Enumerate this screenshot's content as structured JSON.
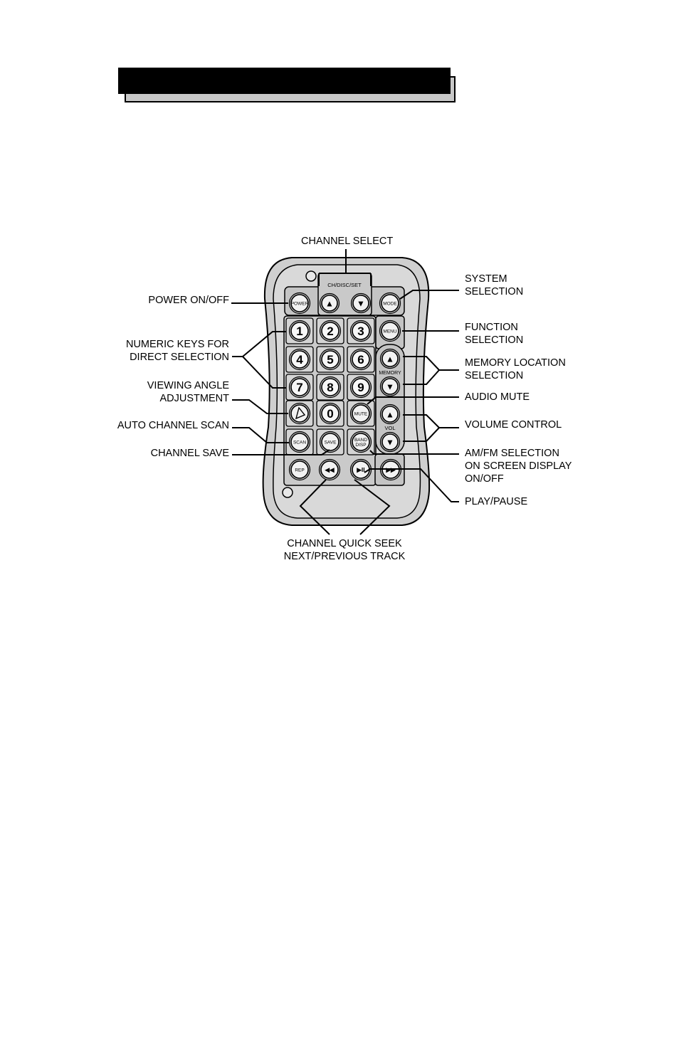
{
  "callouts": {
    "channel_select": "CHANNEL SELECT",
    "power": "POWER ON/OFF",
    "numeric_keys": "NUMERIC KEYS FOR\nDIRECT SELECTION",
    "viewing_angle": "VIEWING ANGLE\nADJUSTMENT",
    "auto_scan": "AUTO CHANNEL SCAN",
    "channel_save": "CHANNEL SAVE",
    "system_selection": "SYSTEM\nSELECTION",
    "function_selection": "FUNCTION\nSELECTION",
    "memory_location": "MEMORY LOCATION\nSELECTION",
    "audio_mute": "AUDIO MUTE",
    "volume_control": "VOLUME CONTROL",
    "amfm": "AM/FM SELECTION\nON SCREEN DISPLAY\nON/OFF",
    "play_pause": "PLAY/PAUSE",
    "quick_seek": "CHANNEL QUICK SEEK\nNEXT/PREVIOUS TRACK"
  },
  "remote": {
    "ch_disc_set": "CH/DISC/SET",
    "power": "POWER",
    "mode": "MODE",
    "menu": "MENU",
    "memory": "MEMORY",
    "vol": "VOL",
    "mute": "MUTE",
    "scan": "SCAN",
    "save": "SAVE",
    "band": "BAND",
    "disp": "DISP",
    "rep": "REP",
    "digits": [
      "1",
      "2",
      "3",
      "4",
      "5",
      "6",
      "7",
      "8",
      "9",
      "0"
    ],
    "up_arrow": "▲",
    "down_arrow": "▼",
    "rewind": "◀◀",
    "play_pause": "▶II",
    "fast_forward": "▶▶"
  }
}
